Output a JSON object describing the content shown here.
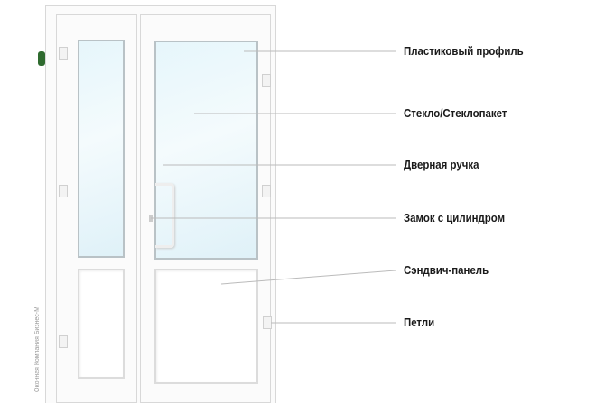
{
  "labels": {
    "profile": "Пластиковый профиль",
    "glass": "Стекло/Стеклопакет",
    "handle": "Дверная ручка",
    "lock": "Замок с цилиндром",
    "panel": "Сэндвич-панель",
    "hinges": "Петли"
  },
  "watermark": "Оконная Компания Бизнес-М",
  "colors": {
    "line": "#bbbbbb",
    "text": "#1a1a1a",
    "glass": "#e6f6fb"
  }
}
